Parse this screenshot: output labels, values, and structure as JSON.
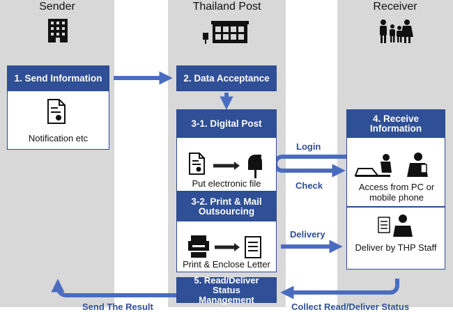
{
  "columns": {
    "sender": "Sender",
    "post": "Thailand Post",
    "receiver": "Receiver"
  },
  "boxes": {
    "send_information": "1.  Send Information",
    "send_information_body": "Notification  etc",
    "data_acceptance": "2.  Data Acceptance",
    "digital_post": "3-1.  Digital Post",
    "digital_post_body": "Put electronic file",
    "print_mail": "3-2.  Print & Mail Outsourcing",
    "print_mail_body": "Print & Enclose Letter",
    "receive_information": "4.   Receive Information",
    "receive_information_body": "Access from PC or mobile  phone",
    "deliver_body": "Deliver by THP Staff",
    "read_deliver": "5.  Read/Deliver Status Management"
  },
  "arrows": {
    "login": "Login",
    "check": "Check",
    "delivery": "Delivery",
    "send_result": "Send The Result",
    "collect_status": "Collect Read/Deliver Status"
  },
  "colors": {
    "accent": "#2f4f96",
    "arrow": "#4a6cc0",
    "column_bg": "#d8d8d8"
  },
  "icons": [
    "building-icon",
    "post-office-icon",
    "family-icon",
    "document-icon",
    "mailbox-icon",
    "printer-icon",
    "letter-icon",
    "person-laptop-icon",
    "person-phone-icon",
    "person-document-icon"
  ]
}
